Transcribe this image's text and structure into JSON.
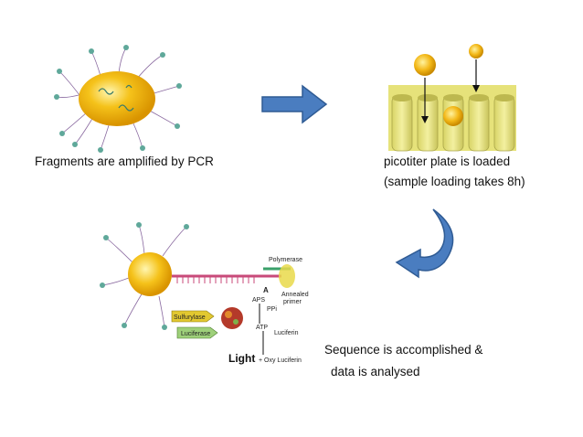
{
  "captions": {
    "step1": "Fragments are amplified by PCR",
    "step2_line1": "picotiter plate is loaded",
    "step2_line2": "(sample loading takes 8h)",
    "step3_line1": "Sequence is accomplished &",
    "step3_line2": "data is analysed"
  },
  "diagram_labels": {
    "polymerase": "Polymerase",
    "aps": "APS",
    "ppi": "PPi",
    "atp": "ATP",
    "annealed": "Annealed",
    "primer": "primer",
    "sulfurylase": "Sulfurylase",
    "luciferase": "Luciferase",
    "luciferin": "Luciferin",
    "a_base": "A",
    "light": "Light",
    "oxy_luciferin": "+ Oxy Luciferin"
  },
  "colors": {
    "bead": "#f2b90a",
    "arrow_blue": "#4a7dc0",
    "plate": "#e6e27a"
  }
}
